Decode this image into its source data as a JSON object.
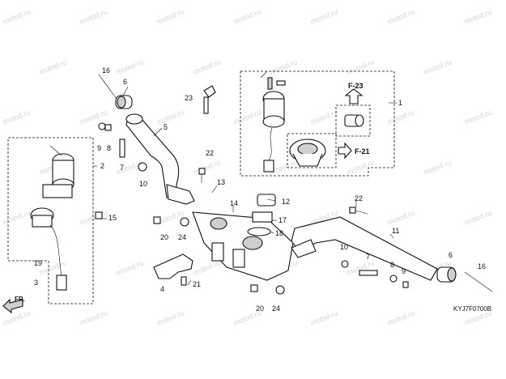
{
  "watermark": "motod.ru",
  "diagram_code": "KYJ7F0700B",
  "direction_label": "FR.",
  "references": [
    {
      "id": "ref-f23",
      "label": "F-23"
    },
    {
      "id": "ref-f21",
      "label": "F-21"
    }
  ],
  "callouts": [
    {
      "id": "c1",
      "label": "1"
    },
    {
      "id": "c2",
      "label": "2"
    },
    {
      "id": "c3",
      "label": "3"
    },
    {
      "id": "c4",
      "label": "4"
    },
    {
      "id": "c5",
      "label": "5"
    },
    {
      "id": "c6a",
      "label": "6"
    },
    {
      "id": "c6b",
      "label": "6"
    },
    {
      "id": "c7a",
      "label": "7"
    },
    {
      "id": "c7b",
      "label": "7"
    },
    {
      "id": "c8a",
      "label": "8"
    },
    {
      "id": "c8b",
      "label": "8"
    },
    {
      "id": "c9a",
      "label": "9"
    },
    {
      "id": "c9b",
      "label": "9"
    },
    {
      "id": "c10a",
      "label": "10"
    },
    {
      "id": "c10b",
      "label": "10"
    },
    {
      "id": "c11",
      "label": "11"
    },
    {
      "id": "c12",
      "label": "12"
    },
    {
      "id": "c13",
      "label": "13"
    },
    {
      "id": "c14",
      "label": "14"
    },
    {
      "id": "c15",
      "label": "15"
    },
    {
      "id": "c16a",
      "label": "16"
    },
    {
      "id": "c16b",
      "label": "16"
    },
    {
      "id": "c17",
      "label": "17"
    },
    {
      "id": "c18",
      "label": "18"
    },
    {
      "id": "c19",
      "label": "19"
    },
    {
      "id": "c20a",
      "label": "20"
    },
    {
      "id": "c20b",
      "label": "20"
    },
    {
      "id": "c21",
      "label": "21"
    },
    {
      "id": "c22a",
      "label": "22"
    },
    {
      "id": "c22b",
      "label": "22"
    },
    {
      "id": "c23",
      "label": "23"
    },
    {
      "id": "c24a",
      "label": "24"
    },
    {
      "id": "c24b",
      "label": "24"
    }
  ]
}
